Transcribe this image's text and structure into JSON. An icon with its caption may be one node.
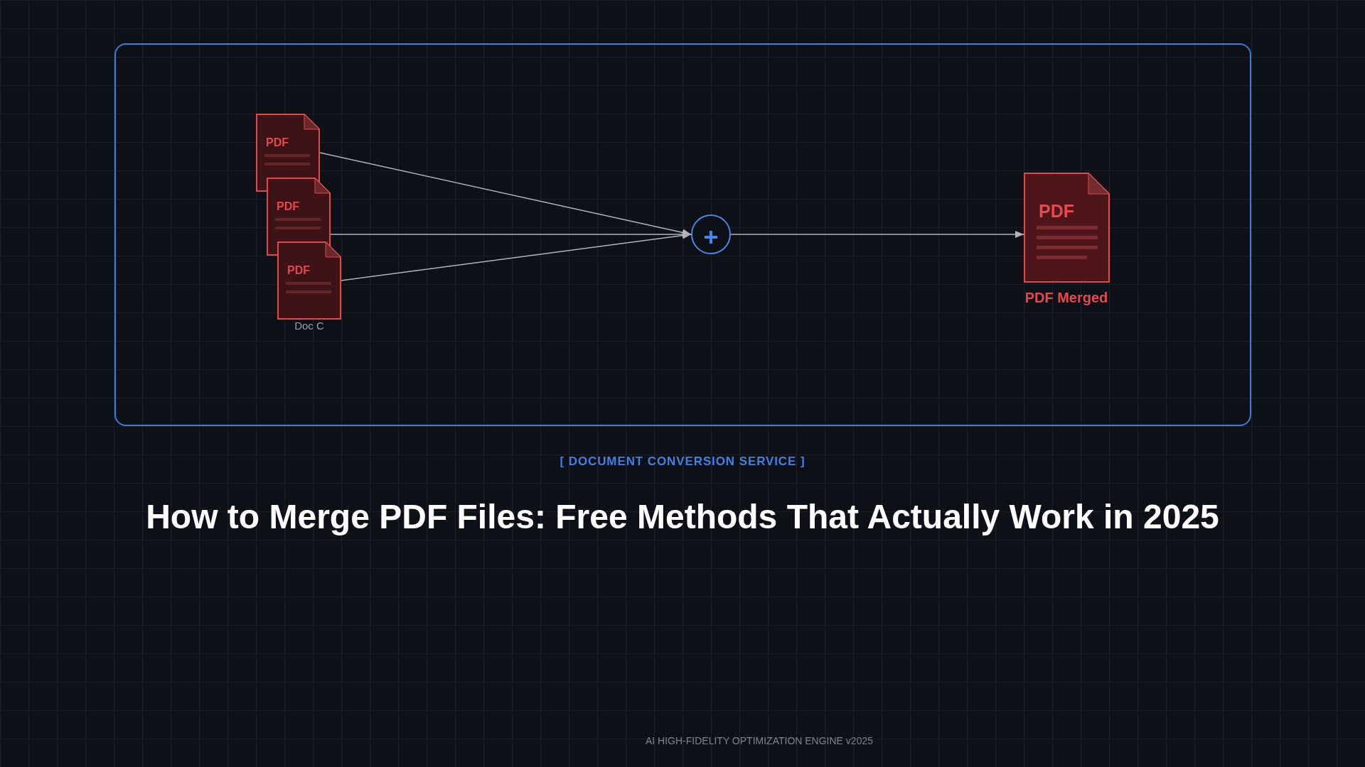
{
  "diagram": {
    "title": "How to Merge PDF Files: Free Methods That Actually Work in 2025",
    "nodes": [
      {
        "text": [],
        "shape": "box"
      },
      {
        "text": [
          "PDF"
        ],
        "in": 0
      },
      {
        "text": [
          "PDF"
        ],
        "in": 0
      },
      {
        "text": [
          "PDF"
        ],
        "beside": [
          "Doc C"
        ],
        "in": 0
      },
      {
        "text": [],
        "shape": "circle",
        "in": 0
      },
      {
        "text": [
          "PDF"
        ],
        "beside": [
          "PDF Merged"
        ],
        "in": 0
      }
    ],
    "edges": [
      {
        "from": 1,
        "to": 4,
        "arrow": "to"
      },
      {
        "from": 2,
        "to": 4,
        "arrow": "to"
      },
      {
        "from": 3,
        "to": 4,
        "arrow": "to"
      },
      {
        "from": 4,
        "to": 5,
        "arrow": "to"
      }
    ],
    "labels": [
      "[ DOCUMENT CONVERSION SERVICE ]",
      "AI HIGH-FIDELITY OPTIMIZATION ENGINE v2025"
    ]
  }
}
